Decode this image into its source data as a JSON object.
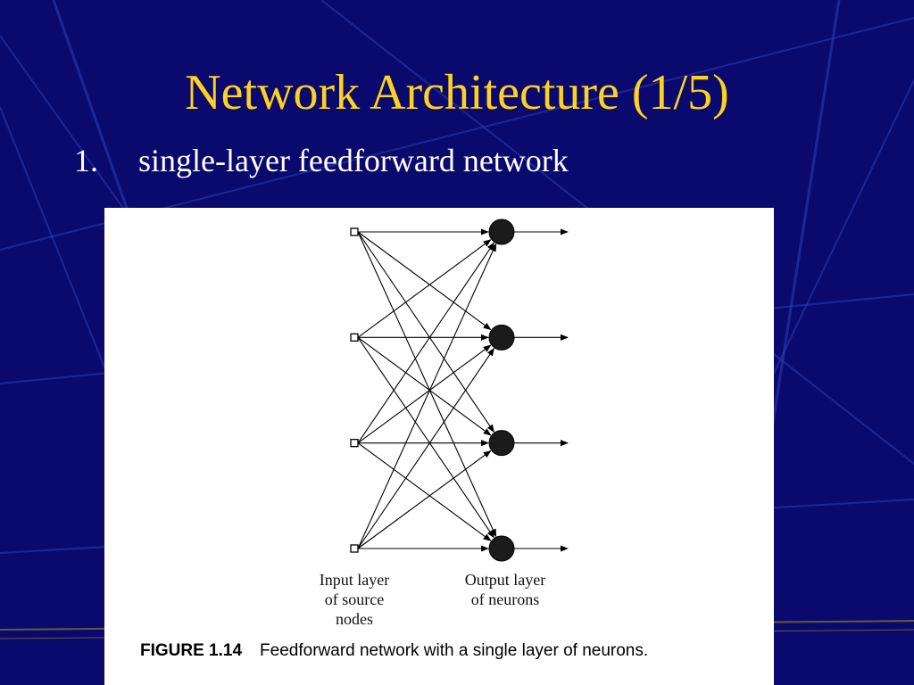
{
  "slide": {
    "title": "Network Architecture (1/5)",
    "bullet_number": "1.",
    "bullet_text": "single-layer feedforward network",
    "colors": {
      "background": "#0a0a6e",
      "title": "#ffd21f",
      "text": "#ffffff"
    }
  },
  "figure": {
    "input_label": "Input layer\nof source\nnodes",
    "output_label": "Output layer\nof neurons",
    "caption_label": "FIGURE 1.14",
    "caption_text": "Feedforward network with a single layer of neurons.",
    "network": {
      "input_nodes": 4,
      "output_neurons": 4,
      "connectivity": "fully-connected",
      "input_node_shape": "square",
      "output_node_shape": "filled-circle"
    }
  }
}
